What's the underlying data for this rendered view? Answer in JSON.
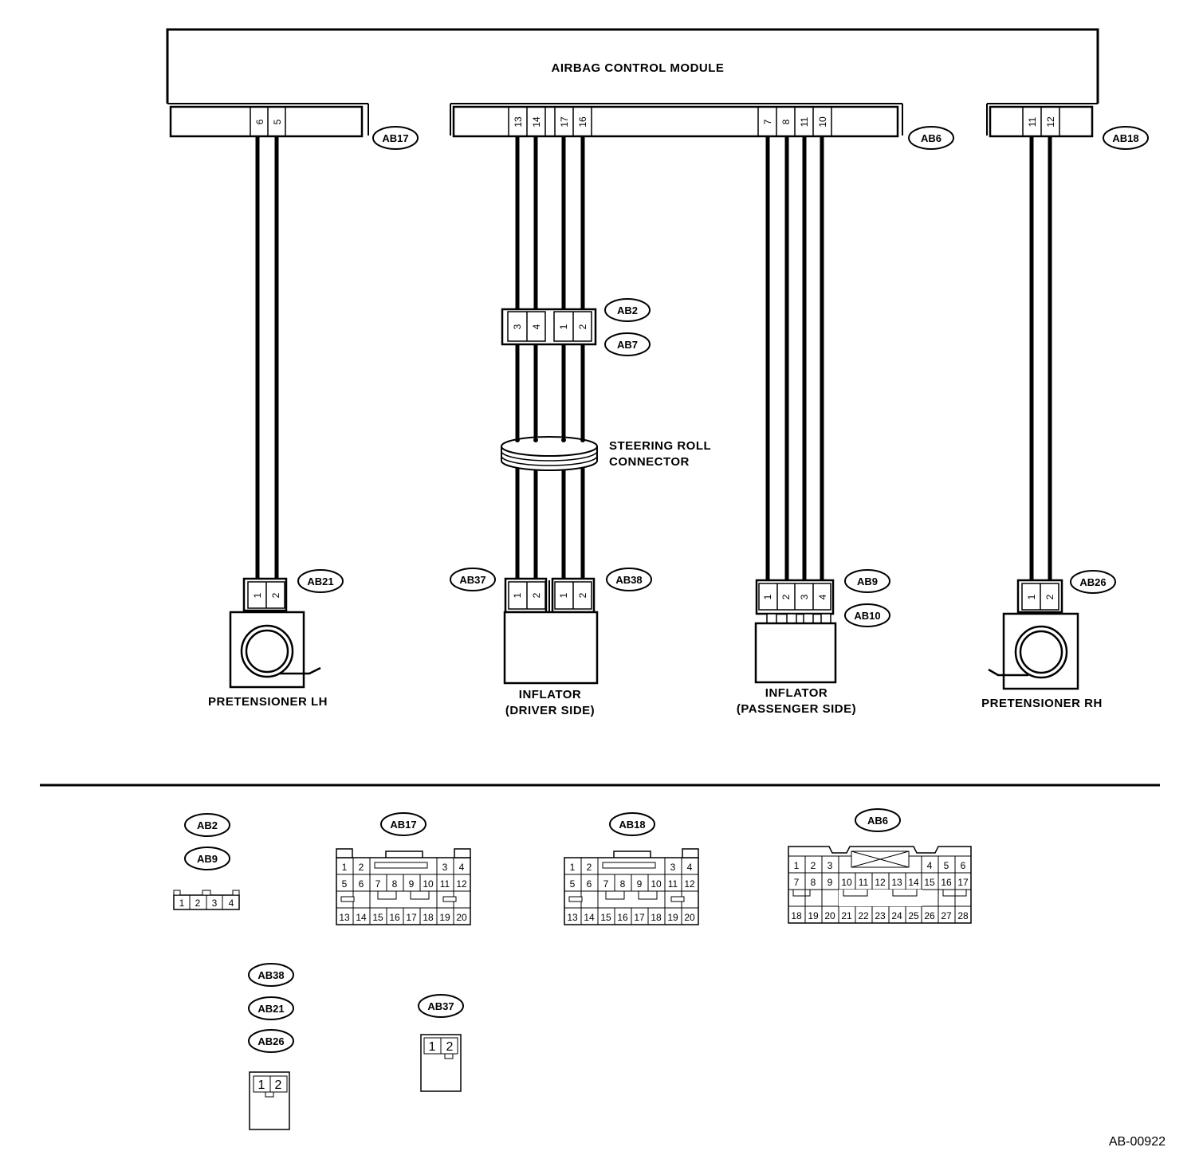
{
  "module": {
    "title": "AIRBAG CONTROL MODULE"
  },
  "connectors": {
    "ab17": {
      "tag": "AB17",
      "pins": [
        "6",
        "5"
      ]
    },
    "ab6": {
      "tag": "AB6",
      "pins": [
        "13",
        "14",
        "17",
        "16",
        "7",
        "8",
        "11",
        "10"
      ]
    },
    "ab18": {
      "tag": "AB18",
      "pins": [
        "11",
        "12"
      ]
    },
    "ab2": {
      "tag": "AB2",
      "pins": [
        "3",
        "4",
        "1",
        "2"
      ]
    },
    "ab7": {
      "tag": "AB7"
    },
    "ab21": {
      "tag": "AB21",
      "pins": [
        "1",
        "2"
      ]
    },
    "ab37": {
      "tag": "AB37",
      "pins": [
        "1",
        "2"
      ]
    },
    "ab38": {
      "tag": "AB38",
      "pins": [
        "1",
        "2"
      ]
    },
    "ab9": {
      "tag": "AB9",
      "pins": [
        "1",
        "2",
        "3",
        "4"
      ]
    },
    "ab10": {
      "tag": "AB10"
    },
    "ab26": {
      "tag": "AB26",
      "pins": [
        "1",
        "2"
      ]
    }
  },
  "components": {
    "steering_roll": {
      "line1": "STEERING ROLL",
      "line2": "CONNECTOR"
    },
    "pretensioner_lh": "PRETENSIONER LH",
    "inflator_driver": {
      "line1": "INFLATOR",
      "line2": "(DRIVER SIDE)"
    },
    "inflator_passenger": {
      "line1": "INFLATOR",
      "line2": "(PASSENGER SIDE)"
    },
    "pretensioner_rh": "PRETENSIONER RH"
  },
  "legend": {
    "ab2_ab9": {
      "tags": [
        "AB2",
        "AB9"
      ],
      "pins": [
        "1",
        "2",
        "3",
        "4"
      ]
    },
    "ab17": {
      "tag": "AB17",
      "rows": [
        [
          "1",
          "2",
          "3",
          "4"
        ],
        [
          "5",
          "6",
          "7",
          "8",
          "9",
          "10",
          "11",
          "12"
        ],
        [
          "13",
          "14",
          "15",
          "16",
          "17",
          "18",
          "19",
          "20"
        ]
      ]
    },
    "ab18": {
      "tag": "AB18",
      "rows": [
        [
          "1",
          "2",
          "3",
          "4"
        ],
        [
          "5",
          "6",
          "7",
          "8",
          "9",
          "10",
          "11",
          "12"
        ],
        [
          "13",
          "14",
          "15",
          "16",
          "17",
          "18",
          "19",
          "20"
        ]
      ]
    },
    "ab6": {
      "tag": "AB6",
      "rows": [
        [
          "1",
          "2",
          "3",
          "4",
          "5",
          "6"
        ],
        [
          "7",
          "8",
          "9",
          "10",
          "11",
          "12",
          "13",
          "14",
          "15",
          "16",
          "17"
        ],
        [
          "18",
          "19",
          "20",
          "21",
          "22",
          "23",
          "24",
          "25",
          "26",
          "27",
          "28"
        ]
      ]
    },
    "two_pin": {
      "tags": [
        "AB38",
        "AB21",
        "AB26"
      ],
      "pins": [
        "1",
        "2"
      ]
    },
    "ab37": {
      "tag": "AB37",
      "pins": [
        "1",
        "2"
      ]
    }
  },
  "figure_code": "AB-00922"
}
